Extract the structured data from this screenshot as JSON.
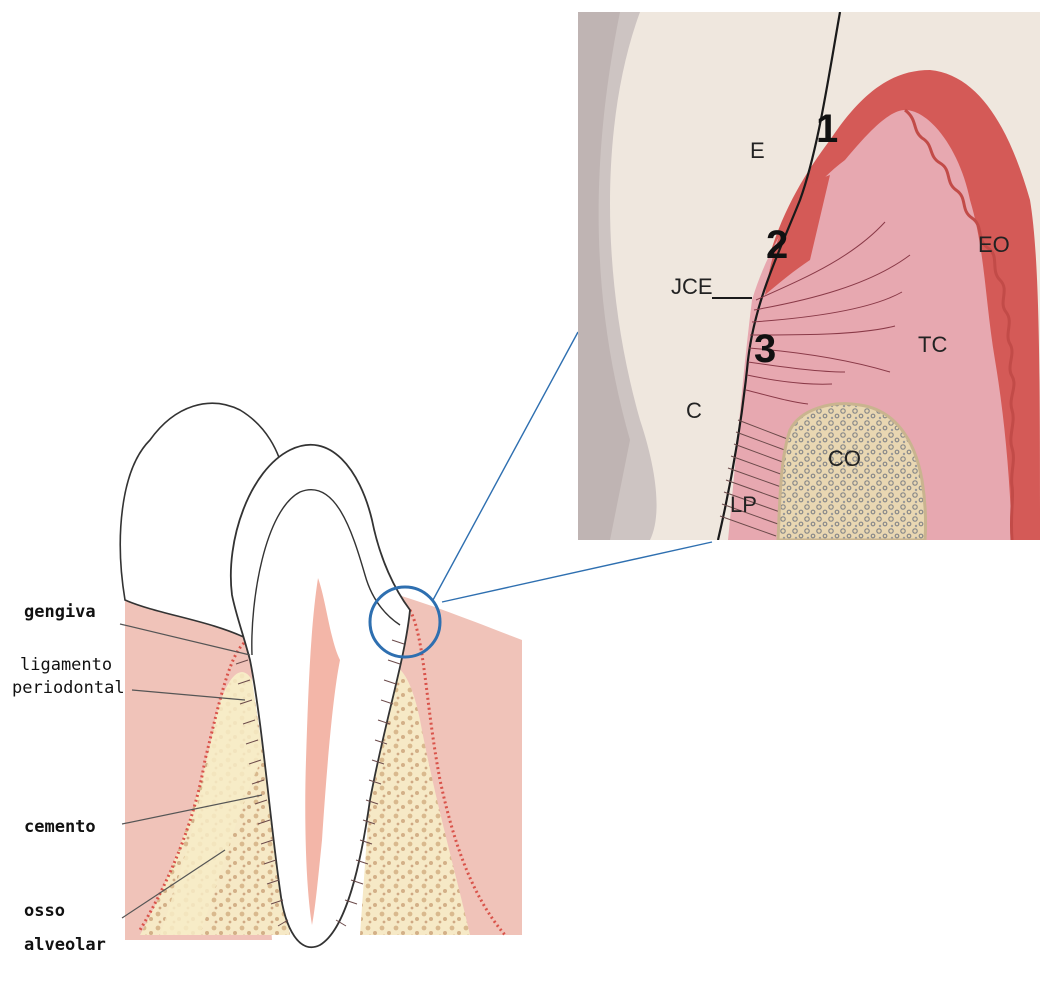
{
  "left_labels": {
    "gengiva": "gengiva",
    "ligamento": "ligamento",
    "periodontal": "periodontal",
    "cemento": "cemento",
    "osso": "osso",
    "alveolar": "alveolar"
  },
  "zoom_labels": {
    "n1": "1",
    "n2": "2",
    "n3": "3",
    "E": "E",
    "JCE": "JCE",
    "C": "C",
    "LP": "LP",
    "CO": "CO",
    "TC": "TC",
    "EO": "EO"
  },
  "colors": {
    "gum_outer": "#d9534a",
    "gum_inner": "#e8a9a6",
    "bone": "#f3e2b8",
    "enamel": "#ece4dd",
    "accent_line": "#2e6fb0"
  }
}
